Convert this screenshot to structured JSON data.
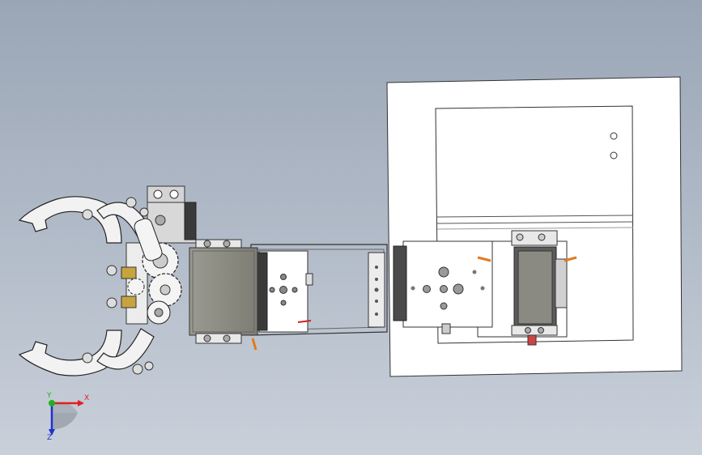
{
  "viewport": {
    "background_top": "#9aa6b6",
    "background_bottom": "#c9d0da"
  },
  "triad": {
    "x_label": "X",
    "y_label": "Y",
    "z_label": "Z",
    "x_color": "#e02020",
    "y_color": "#20b020",
    "z_color": "#2030d0"
  },
  "colors": {
    "frame": "#ffffff",
    "metal": "#d9dde2",
    "servo_body": "#8e8e84",
    "servo_dark": "#3a3a3a",
    "wire_orange": "#e07a20",
    "wire_red": "#d02020",
    "accent_brass": "#c8a440"
  }
}
